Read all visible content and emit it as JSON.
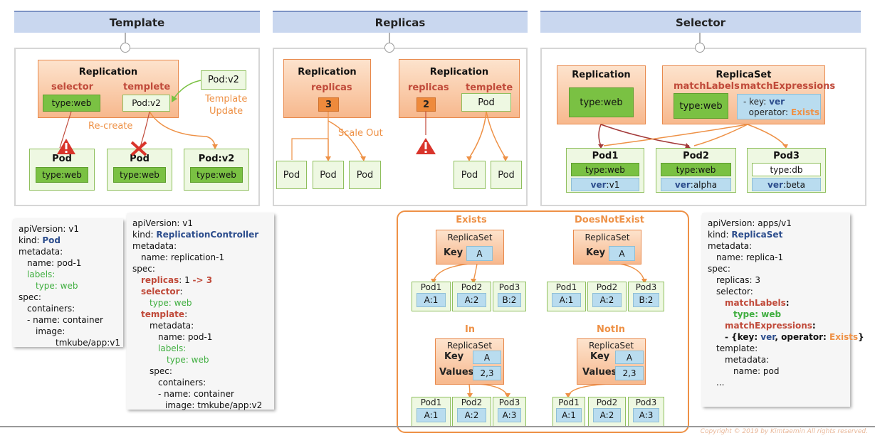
{
  "headers": {
    "template": "Template",
    "replicas": "Replicas",
    "selector": "Selector"
  },
  "template_panel": {
    "rc_title": "Replication",
    "selector_label": "selector",
    "templete_label": "templete",
    "selector_value": "type:web",
    "templete_value": "Pod:v2",
    "new_template": "Pod:v2",
    "update_label_1": "Template",
    "update_label_2": "Update",
    "recreate_label": "Re-create",
    "pods": [
      {
        "title": "Pod",
        "value": "type:web"
      },
      {
        "title": "Pod",
        "value": "type:web"
      },
      {
        "title": "Pod:v2",
        "value": "type:web"
      }
    ]
  },
  "replicas_panel": {
    "rc1_title": "Replication",
    "rc1_replicas_label": "replicas",
    "rc1_replicas_value": "3",
    "scale_out": "Scale Out",
    "rc2_title": "Replication",
    "rc2_replicas_label": "replicas",
    "rc2_replicas_value": "2",
    "rc2_templete_label": "templete",
    "rc2_templete_value": "Pod",
    "pods": [
      "Pod",
      "Pod",
      "Pod",
      "Pod",
      "Pod"
    ]
  },
  "selector_panel": {
    "rc_title": "Replication",
    "rc_value": "type:web",
    "rs_title": "ReplicaSet",
    "match_labels": "matchLabels",
    "match_expr": "matchExpressions",
    "match_labels_value": "type:web",
    "expr_key_prefix": "- key: ",
    "expr_key": "ver",
    "expr_op_prefix": "operator: ",
    "expr_op": "Exists",
    "pods": [
      {
        "title": "Pod1",
        "label": "type:web",
        "ver_key": "ver",
        "ver_val": ":v1"
      },
      {
        "title": "Pod2",
        "label": "type:web",
        "ver_key": "ver",
        "ver_val": ":alpha"
      },
      {
        "title": "Pod3",
        "label": "type:db",
        "ver_key": "ver",
        "ver_val": ":beta"
      }
    ]
  },
  "expressions": {
    "exists": {
      "title": "Exists",
      "rs": "ReplicaSet",
      "key": "Key",
      "key_val": "A",
      "pods": [
        {
          "n": "Pod1",
          "v": "A:1"
        },
        {
          "n": "Pod2",
          "v": "A:2"
        },
        {
          "n": "Pod3",
          "v": "B:2"
        }
      ]
    },
    "not_exist": {
      "title": "DoesNotExist",
      "rs": "ReplicaSet",
      "key": "Key",
      "key_val": "A",
      "pods": [
        {
          "n": "Pod1",
          "v": "A:1"
        },
        {
          "n": "Pod2",
          "v": "A:2"
        },
        {
          "n": "Pod3",
          "v": "B:2"
        }
      ]
    },
    "in": {
      "title": "In",
      "rs": "ReplicaSet",
      "key": "Key",
      "key_val": "A",
      "values": "Values",
      "values_val": "2,3",
      "pods": [
        {
          "n": "Pod1",
          "v": "A:1"
        },
        {
          "n": "Pod2",
          "v": "A:2"
        },
        {
          "n": "Pod3",
          "v": "A:3"
        }
      ]
    },
    "notin": {
      "title": "NotIn",
      "rs": "ReplicaSet",
      "key": "Key",
      "key_val": "A",
      "values": "Values",
      "values_val": "2,3",
      "pods": [
        {
          "n": "Pod1",
          "v": "A:1"
        },
        {
          "n": "Pod2",
          "v": "A:2"
        },
        {
          "n": "Pod3",
          "v": "A:3"
        }
      ]
    }
  },
  "yaml_pod": {
    "l1": "apiVersion: v1",
    "l2a": "kind: ",
    "l2b": "Pod",
    "l3": "metadata:",
    "l4": "name: pod-1",
    "l5": "labels:",
    "l6": "type: web",
    "l7": "spec:",
    "l8": "containers:",
    "l9": "- name: container",
    "l10": "image:",
    "l11": "tmkube/app:v1"
  },
  "yaml_rc": {
    "l1": "apiVersion: v1",
    "l2a": "kind: ",
    "l2b": "ReplicationController",
    "l3": "metadata:",
    "l4": "name: replication-1",
    "l5": "spec:",
    "l6a": "replicas",
    "l6b": ": 1 ",
    "l6c": "-> 3",
    "l7": "selector",
    "l7b": ":",
    "l8": "type: web",
    "l9": "template",
    "l9b": ":",
    "l10": "metadata:",
    "l11": "name: pod-1",
    "l12": "labels:",
    "l13": "type: web",
    "l14": "spec:",
    "l15": "containers:",
    "l16": "- name: container",
    "l17": "image: tmkube/app:v2"
  },
  "yaml_rs": {
    "l1": "apiVersion: apps/v1",
    "l2a": "kind: ",
    "l2b": "ReplicaSet",
    "l3": "metadata:",
    "l4": "name: replica-1",
    "l5": "spec:",
    "l6": "replicas: 3",
    "l7": "selector:",
    "l8": "matchLabels",
    "l8b": ":",
    "l9": "type: web",
    "l10": "matchExpressions",
    "l10b": ":",
    "l11a": "- {key: ",
    "l11b": "ver",
    "l11c": ", operator: ",
    "l11d": "Exists",
    "l11e": "}",
    "l12": "template:",
    "l13": "metadata:",
    "l14": "name: pod",
    "l15": "..."
  },
  "footer": "Copyright © 2019 by Kimtaemin All rights reserved."
}
